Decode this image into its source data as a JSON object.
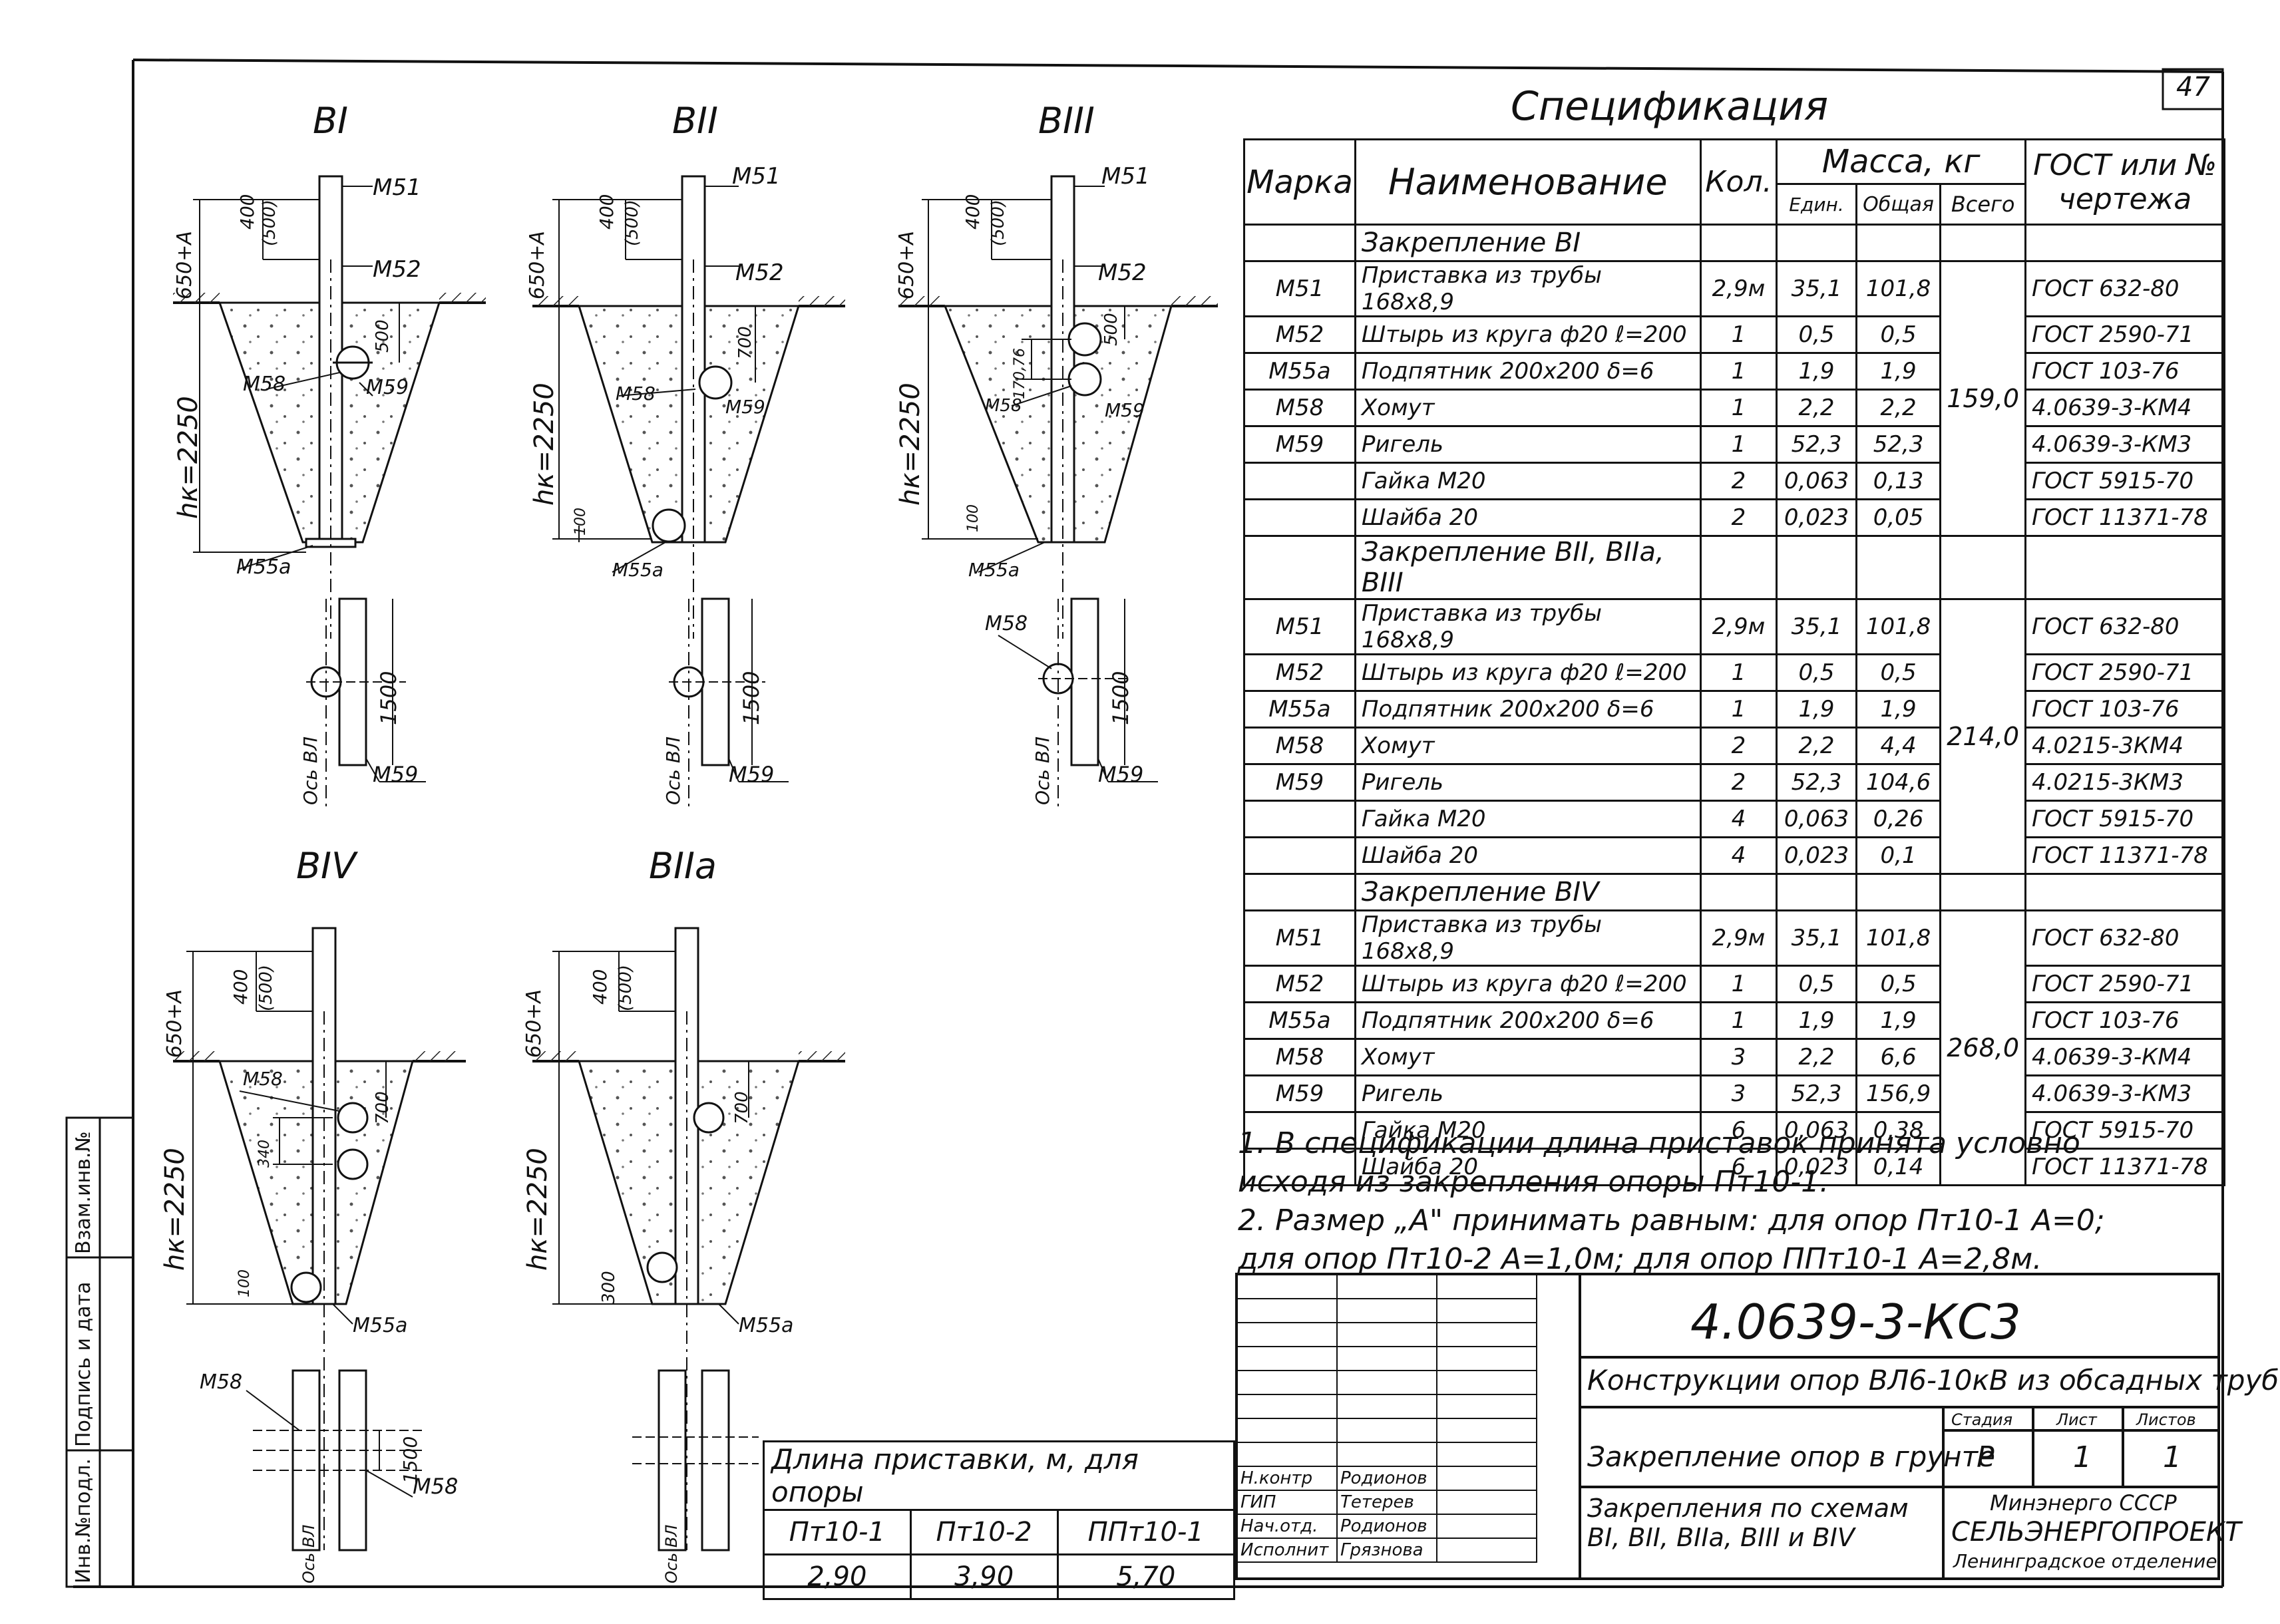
{
  "sheet_number": "47",
  "spec": {
    "title": "Спецификация",
    "headers": {
      "mark": "Марка",
      "name": "Наименование",
      "qty": "Кол.",
      "mass": "Масса, кг",
      "unit": "Един.",
      "total": "Общая",
      "all": "Всего",
      "gost": "ГОСТ или № чертежа"
    },
    "sections": [
      {
        "title": "Закрепление ВI",
        "total": "159,0",
        "rows": [
          {
            "mark": "М51",
            "name": "Приставка из трубы 168х8,9",
            "qty": "2,9м",
            "unit": "35,1",
            "total": "101,8",
            "gost": "ГОСТ 632-80"
          },
          {
            "mark": "М52",
            "name": "Штырь из круга ф20 ℓ=200",
            "qty": "1",
            "unit": "0,5",
            "total": "0,5",
            "gost": "ГОСТ 2590-71"
          },
          {
            "mark": "М55а",
            "name": "Подпятник 200х200 δ=6",
            "qty": "1",
            "unit": "1,9",
            "total": "1,9",
            "gost": "ГОСТ 103-76"
          },
          {
            "mark": "М58",
            "name": "Хомут",
            "qty": "1",
            "unit": "2,2",
            "total": "2,2",
            "gost": "4.0639-3-КМ4"
          },
          {
            "mark": "М59",
            "name": "Ригель",
            "qty": "1",
            "unit": "52,3",
            "total": "52,3",
            "gost": "4.0639-3-КМ3"
          },
          {
            "mark": "",
            "name": "Гайка М20",
            "qty": "2",
            "unit": "0,063",
            "total": "0,13",
            "gost": "ГОСТ 5915-70"
          },
          {
            "mark": "",
            "name": "Шайба 20",
            "qty": "2",
            "unit": "0,023",
            "total": "0,05",
            "gost": "ГОСТ 11371-78"
          }
        ]
      },
      {
        "title": "Закрепление ВII, ВIIа, ВIII",
        "total": "214,0",
        "rows": [
          {
            "mark": "М51",
            "name": "Приставка из трубы 168х8,9",
            "qty": "2,9м",
            "unit": "35,1",
            "total": "101,8",
            "gost": "ГОСТ 632-80"
          },
          {
            "mark": "М52",
            "name": "Штырь из круга ф20 ℓ=200",
            "qty": "1",
            "unit": "0,5",
            "total": "0,5",
            "gost": "ГОСТ 2590-71"
          },
          {
            "mark": "М55а",
            "name": "Подпятник 200х200 δ=6",
            "qty": "1",
            "unit": "1,9",
            "total": "1,9",
            "gost": "ГОСТ 103-76"
          },
          {
            "mark": "М58",
            "name": "Хомут",
            "qty": "2",
            "unit": "2,2",
            "total": "4,4",
            "gost": "4.0215-3КМ4"
          },
          {
            "mark": "М59",
            "name": "Ригель",
            "qty": "2",
            "unit": "52,3",
            "total": "104,6",
            "gost": "4.0215-3КМ3"
          },
          {
            "mark": "",
            "name": "Гайка М20",
            "qty": "4",
            "unit": "0,063",
            "total": "0,26",
            "gost": "ГОСТ 5915-70"
          },
          {
            "mark": "",
            "name": "Шайба 20",
            "qty": "4",
            "unit": "0,023",
            "total": "0,1",
            "gost": "ГОСТ 11371-78"
          }
        ]
      },
      {
        "title": "Закрепление ВIV",
        "total": "268,0",
        "rows": [
          {
            "mark": "М51",
            "name": "Приставка из трубы 168х8,9",
            "qty": "2,9м",
            "unit": "35,1",
            "total": "101,8",
            "gost": "ГОСТ 632-80"
          },
          {
            "mark": "М52",
            "name": "Штырь из круга ф20 ℓ=200",
            "qty": "1",
            "unit": "0,5",
            "total": "0,5",
            "gost": "ГОСТ 2590-71"
          },
          {
            "mark": "М55а",
            "name": "Подпятник 200х200 δ=6",
            "qty": "1",
            "unit": "1,9",
            "total": "1,9",
            "gost": "ГОСТ 103-76"
          },
          {
            "mark": "М58",
            "name": "Хомут",
            "qty": "3",
            "unit": "2,2",
            "total": "6,6",
            "gost": "4.0639-3-КМ4"
          },
          {
            "mark": "М59",
            "name": "Ригель",
            "qty": "3",
            "unit": "52,3",
            "total": "156,9",
            "gost": "4.0639-3-КМ3"
          },
          {
            "mark": "",
            "name": "Гайка М20",
            "qty": "6",
            "unit": "0,063",
            "total": "0,38",
            "gost": "ГОСТ 5915-70"
          },
          {
            "mark": "",
            "name": "Шайба 20",
            "qty": "6",
            "unit": "0,023",
            "total": "0,14",
            "gost": "ГОСТ 11371-78"
          }
        ]
      }
    ]
  },
  "notes": [
    "1. В спецификации длина приставок принята условно",
    "исходя из закрепления опоры Пт10-1.",
    "2. Размер „А\" принимать равным: для опор Пт10-1 А=0;",
    "для опор Пт10-2 А=1,0м; для опор ППт10-1 А=2,8м."
  ],
  "title_block": {
    "code": "4.0639-3-КС3",
    "project": "Конструкции опор ВЛ6-10кВ из обсадных труб",
    "sheet_title": "Закрепление опор в грунте",
    "stage_label": "Стадия",
    "sheet_label": "Лист",
    "sheets_label": "Листов",
    "stage": "Р",
    "sheet": "1",
    "sheets": "1",
    "drawing_title": "Закрепления по схемам ВI, ВII, ВIIа, ВIII и ВIV",
    "org1": "Минэнерго СССР",
    "org2": "СЕЛЬЭНЕРГОПРОЕКТ",
    "org3": "Ленинградское отделение",
    "signatures": [
      {
        "role": "Н.контр",
        "name": "Родионов"
      },
      {
        "role": "ГИП",
        "name": "Тетерев"
      },
      {
        "role": "Нач.отд.",
        "name": "Родионов"
      },
      {
        "role": "Исполнит",
        "name": "Грязнова"
      }
    ]
  },
  "length_table": {
    "title": "Длина приставки, м, для опоры",
    "headers": [
      "Пт10-1",
      "Пт10-2",
      "ППт10-1"
    ],
    "values": [
      "2,90",
      "3,90",
      "5,70"
    ]
  },
  "side_stamp": [
    "Инв.№подл.",
    "Подпись и дата",
    "Взам.инв.№"
  ],
  "drawings": {
    "schemes": [
      "ВI",
      "ВII",
      "ВIII",
      "ВIV",
      "ВIIа"
    ],
    "labels": {
      "m51": "М51",
      "m52": "М52",
      "m55a": "М55а",
      "m58": "М58",
      "m59": "М59",
      "d400": "400",
      "d500": "(500)",
      "d650": "650+А",
      "hk": "hк=2250",
      "d700": "700",
      "d500b": "500",
      "d100": "100",
      "d300": "300",
      "d340": "340",
      "d1500": "1500",
      "d17076": "170,76",
      "axis": "Ось ВЛ"
    }
  }
}
